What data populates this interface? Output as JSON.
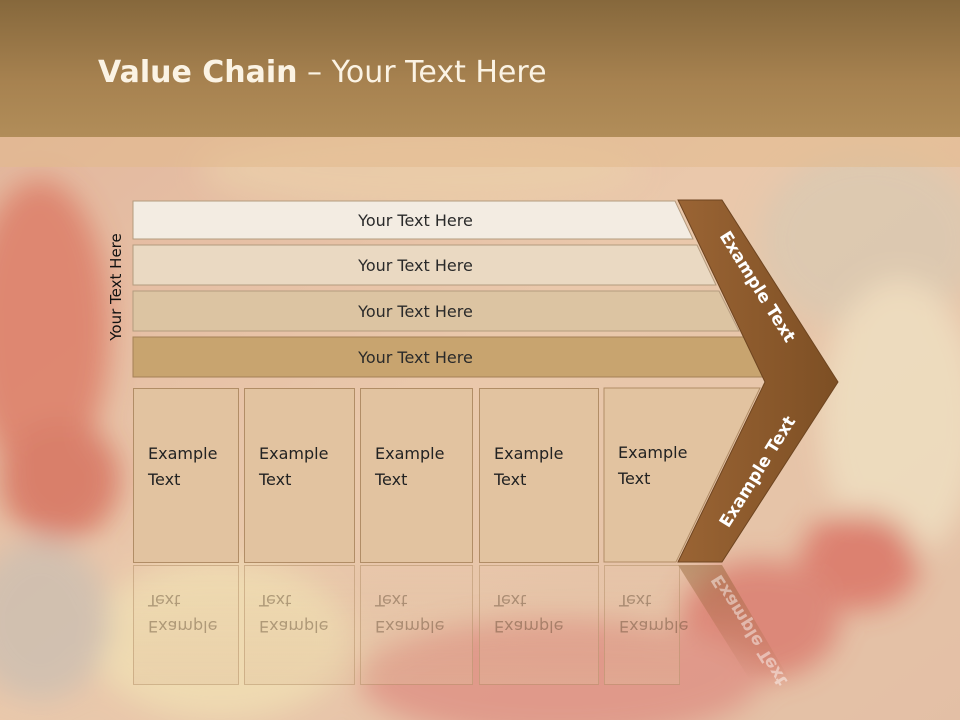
{
  "title": {
    "bold": "Value Chain",
    "rest": " – Your Text Here"
  },
  "side_label": "Your Text Here",
  "bars": [
    "Your Text Here",
    "Your Text Here",
    "Your Text Here",
    "Your Text Here"
  ],
  "columns": [
    {
      "line1": "Example",
      "line2": "Text"
    },
    {
      "line1": "Example",
      "line2": "Text"
    },
    {
      "line1": "Example",
      "line2": "Text"
    },
    {
      "line1": "Example",
      "line2": "Text"
    },
    {
      "line1": "Example",
      "line2": "Text"
    }
  ],
  "chevron_labels": [
    "Example Text",
    "Example Text"
  ],
  "colors": {
    "chevron": "#8b5a2b",
    "bar_light": "#f3ece2",
    "bar_dark": "#c9a36f",
    "column": "#e2c3a0"
  }
}
